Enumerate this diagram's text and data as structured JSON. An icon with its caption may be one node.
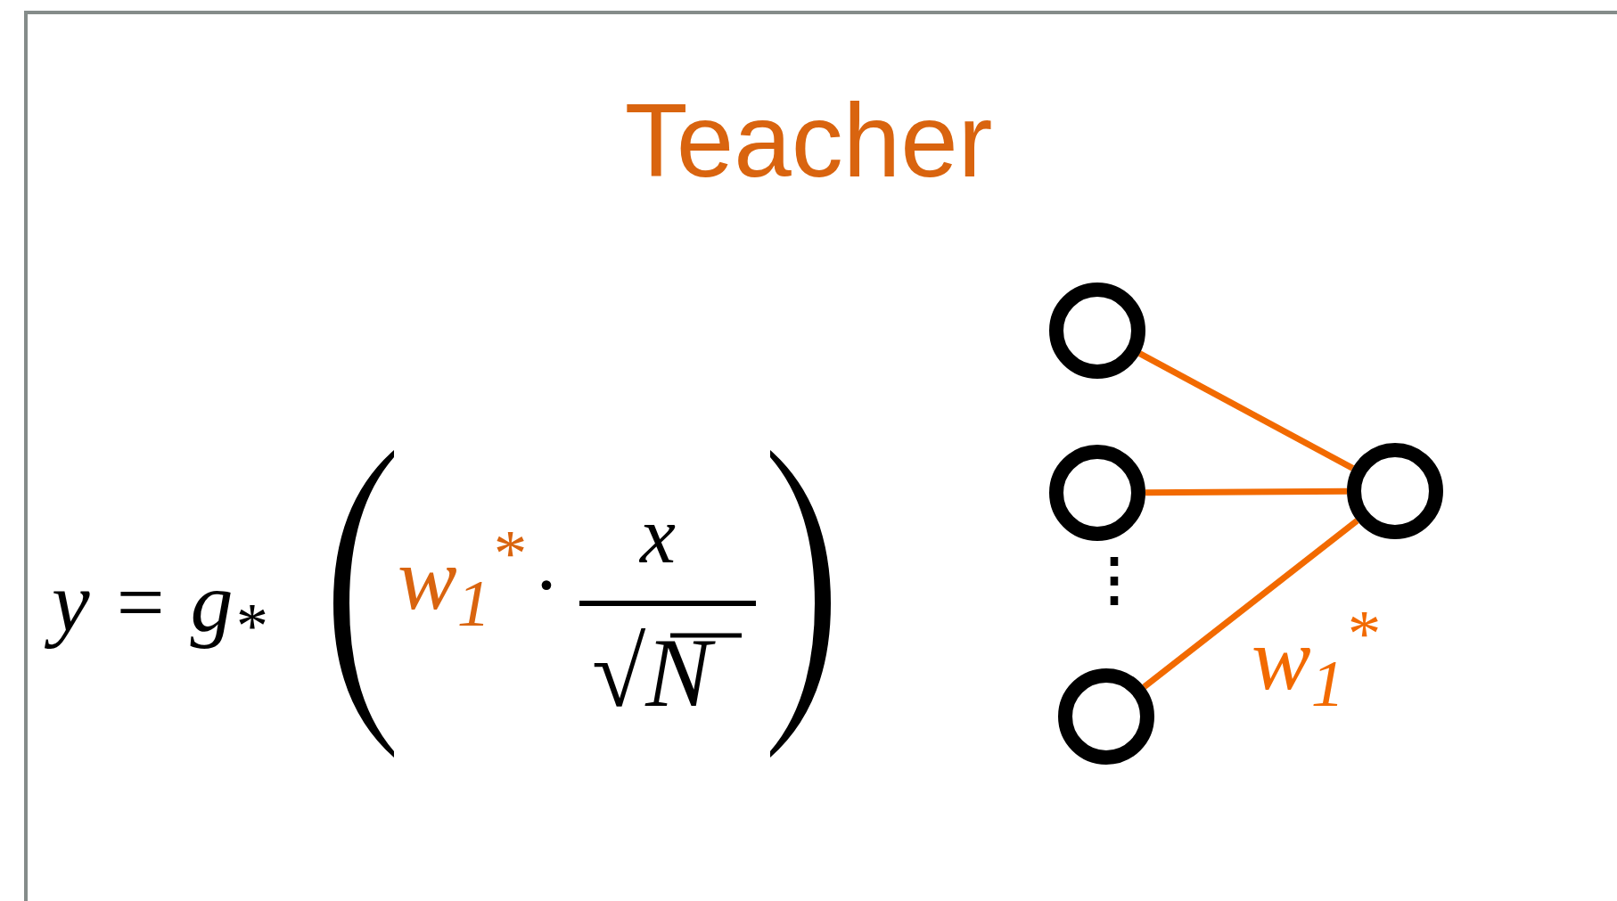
{
  "diagram": {
    "title": "Teacher",
    "nodes": [
      {
        "text": [],
        "shape": "circle"
      },
      {
        "text": [],
        "shape": "circle"
      },
      {
        "text": [],
        "shape": "circle"
      },
      {
        "text": [],
        "shape": "circle"
      }
    ],
    "edges": [
      {
        "from": 0,
        "to": 3,
        "arrow": "none",
        "color": "#f26a00"
      },
      {
        "from": 1,
        "to": 3,
        "arrow": "none",
        "color": "#f26a00"
      },
      {
        "from": 2,
        "to": 3,
        "arrow": "none",
        "color": "#f26a00",
        "label": "w$_{1}$$^{*}$"
      }
    ],
    "labels": [
      "y = g$_{*}$",
      "w$_{1}$$^{*}$",
      "·",
      "x",
      "√N",
      "⋮"
    ]
  }
}
